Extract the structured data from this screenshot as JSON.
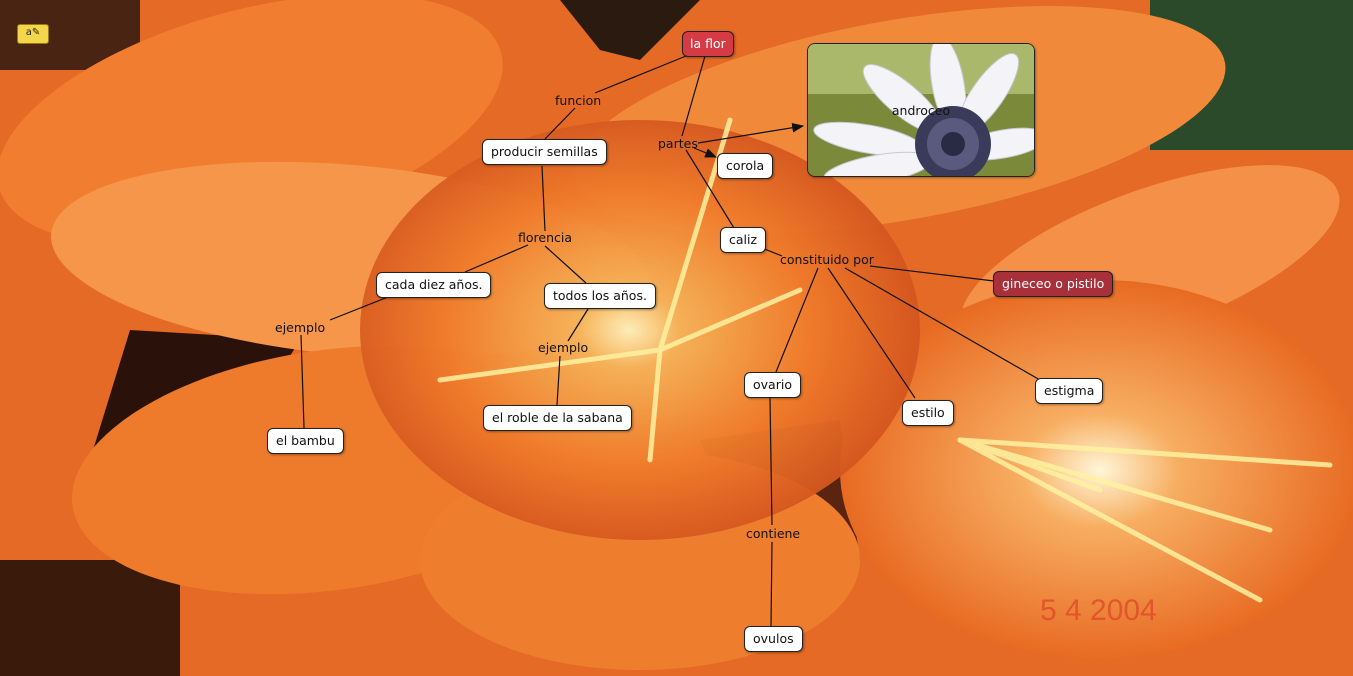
{
  "colors": {
    "petal_orange": "#f07a2a",
    "petal_light": "#f7a060",
    "dark_shadow": "#3a1a0a",
    "node_bg": "#ffffff",
    "node_border": "#222222",
    "red_node": "#c8303a",
    "gineceo_bg": "#a8303a"
  },
  "toolbar": {
    "icon": "concept-map-tool-icon",
    "icon_glyph": "a✎"
  },
  "nodes": {
    "la_flor": "la flor",
    "producir_semillas": "producir semillas",
    "corola": "corola",
    "androceo": "androceo",
    "caliz": "caliz",
    "cada_diez_anos": "cada diez años.",
    "todos_los_anos": "todos los años.",
    "gineceo": "gineceo o pistilo",
    "el_roble": "el roble de la sabana",
    "el_bambu": "el bambu",
    "ovario": "ovario",
    "estilo": "estilo",
    "estigma": "estigma",
    "ovulos": "ovulos"
  },
  "phrases": {
    "funcion": "funcion",
    "partes": "partes",
    "florencia": "florencia",
    "constituido_por": "constituido por",
    "ejemplo_left": "ejemplo",
    "ejemplo_center": "ejemplo",
    "contiene": "contiene"
  },
  "watermark": "5  4  2004"
}
